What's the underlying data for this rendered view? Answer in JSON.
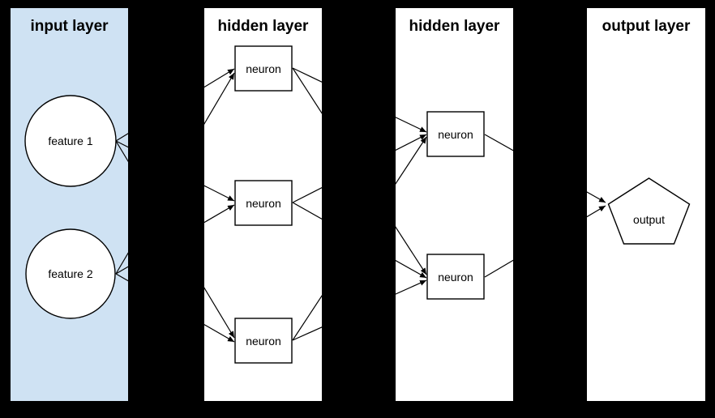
{
  "canvas": {
    "background_color": "#000000"
  },
  "diagram": {
    "type": "neural-network-diagram",
    "line_color": "#000000",
    "node_fill": "#ffffff",
    "node_stroke": "#000000",
    "layers": [
      {
        "title": "input layer",
        "panel_color": "#cfe2f3",
        "nodes": [
          {
            "label": "feature 1",
            "shape": "circle"
          },
          {
            "label": "feature 2",
            "shape": "circle"
          }
        ]
      },
      {
        "title": "hidden layer",
        "panel_color": "#ffffff",
        "nodes": [
          {
            "label": "neuron",
            "shape": "rectangle"
          },
          {
            "label": "neuron",
            "shape": "rectangle"
          },
          {
            "label": "neuron",
            "shape": "rectangle"
          }
        ]
      },
      {
        "title": "hidden layer",
        "panel_color": "#ffffff",
        "nodes": [
          {
            "label": "neuron",
            "shape": "rectangle"
          },
          {
            "label": "neuron",
            "shape": "rectangle"
          }
        ]
      },
      {
        "title": "output layer",
        "panel_color": "#ffffff",
        "nodes": [
          {
            "label": "output",
            "shape": "pentagon"
          }
        ]
      }
    ],
    "connections": [
      {
        "from": "feature 1",
        "to": "hidden layer 1 / neuron 1"
      },
      {
        "from": "feature 1",
        "to": "hidden layer 1 / neuron 2"
      },
      {
        "from": "feature 1",
        "to": "hidden layer 1 / neuron 3"
      },
      {
        "from": "feature 2",
        "to": "hidden layer 1 / neuron 1"
      },
      {
        "from": "feature 2",
        "to": "hidden layer 1 / neuron 2"
      },
      {
        "from": "feature 2",
        "to": "hidden layer 1 / neuron 3"
      },
      {
        "from": "hidden layer 1 / neuron 1",
        "to": "hidden layer 2 / neuron 1"
      },
      {
        "from": "hidden layer 1 / neuron 1",
        "to": "hidden layer 2 / neuron 2"
      },
      {
        "from": "hidden layer 1 / neuron 2",
        "to": "hidden layer 2 / neuron 1"
      },
      {
        "from": "hidden layer 1 / neuron 2",
        "to": "hidden layer 2 / neuron 2"
      },
      {
        "from": "hidden layer 1 / neuron 3",
        "to": "hidden layer 2 / neuron 1"
      },
      {
        "from": "hidden layer 1 / neuron 3",
        "to": "hidden layer 2 / neuron 2"
      },
      {
        "from": "hidden layer 2 / neuron 1",
        "to": "output"
      },
      {
        "from": "hidden layer 2 / neuron 2",
        "to": "output"
      }
    ]
  }
}
